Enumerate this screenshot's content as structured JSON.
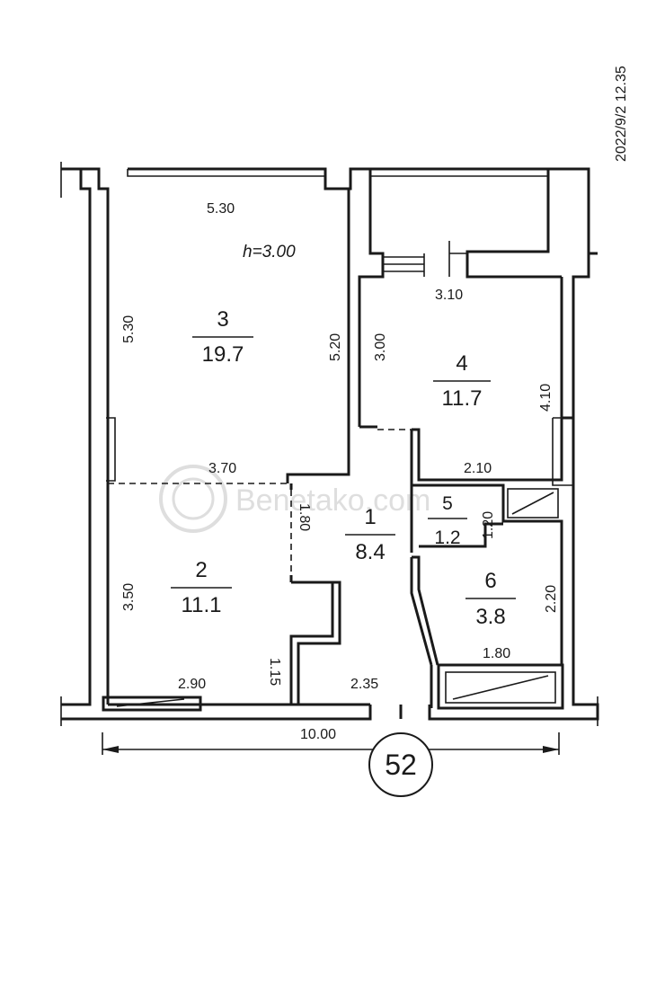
{
  "timestamp": "2022/9/2 12.35",
  "ceiling_height": "h=3.00",
  "watermark": "Benetako.com",
  "apartment_number": "52",
  "overall_width": "10.00",
  "rooms": [
    {
      "number": "1",
      "area": "8.4"
    },
    {
      "number": "2",
      "area": "11.1"
    },
    {
      "number": "3",
      "area": "19.7"
    },
    {
      "number": "4",
      "area": "11.7"
    },
    {
      "number": "5",
      "area": "1.2"
    },
    {
      "number": "6",
      "area": "3.8"
    }
  ],
  "dimensions": {
    "room3_top": "5.30",
    "room3_left": "5.30",
    "room3_right": "5.20",
    "room3_bottom": "3.70",
    "room4_top": "3.10",
    "room4_left": "3.00",
    "room4_right": "4.10",
    "room4_bottom": "2.10",
    "room1_left": "1.80",
    "room1_bottom": "2.35",
    "room1_niche": "1.15",
    "room2_left": "3.50",
    "room2_bottom": "2.90",
    "room5_side": "1.20",
    "room6_right": "2.20",
    "room6_bottom": "1.80"
  }
}
